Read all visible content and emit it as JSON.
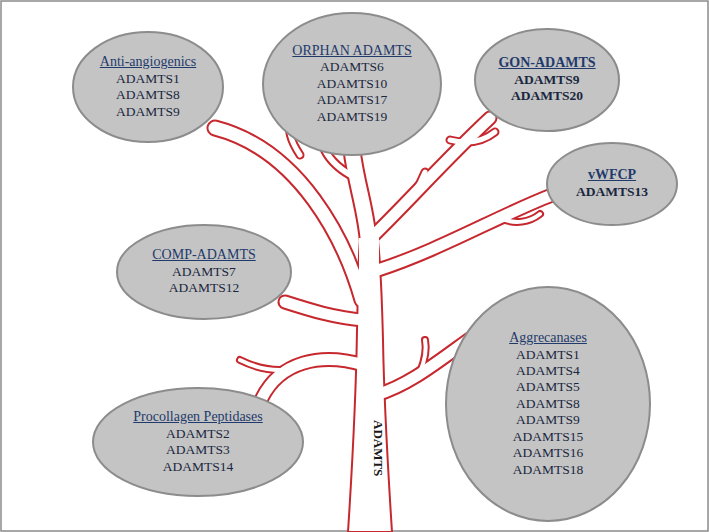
{
  "diagram": {
    "nodes": [
      {
        "text": [
          "Anti-angiogenics",
          "ADAMTS1 ADAMTS8 ADAMTS9"
        ]
      },
      {
        "text": [
          "ORPHAN ADAMTS",
          "ADAMTS6 ADAMTS10 ADAMTS17 ADAMTS19"
        ]
      },
      {
        "text": [
          "GON-ADAMTS",
          "ADAMTS9 ADAMTS20"
        ]
      },
      {
        "text": [
          "vWFCP",
          "ADAMTS13"
        ]
      },
      {
        "text": [
          "COMP-ADAMTS",
          "ADAMTS7 ADAMTS12"
        ]
      },
      {
        "text": [
          "Aggrecanases",
          "ADAMTS1 ADAMTS4 ADAMTS5 ADAMTS8 ADAMTS9 ADAMTS15 ADAMTS16 ADAMTS18"
        ]
      },
      {
        "text": [
          "Procollagen Peptidases",
          "ADAMTS2 ADAMTS3 ADAMTS14"
        ]
      }
    ],
    "labels": [
      "ADAMTS"
    ]
  }
}
